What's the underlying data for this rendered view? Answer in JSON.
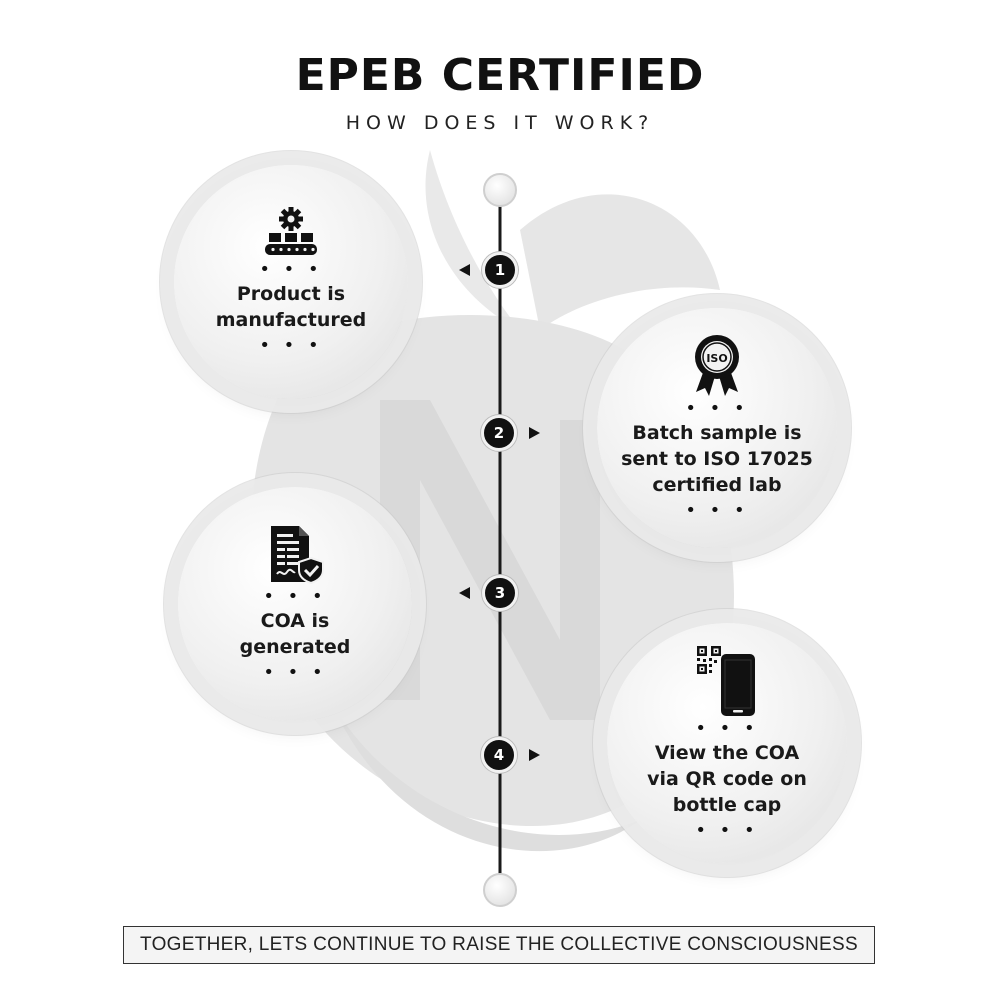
{
  "header": {
    "title": "EPEB CERTIFIED",
    "subtitle": "HOW DOES IT WORK?"
  },
  "steps": [
    {
      "number": "1",
      "icon": "conveyor-gear-icon",
      "label": "Product is\nmanufactured"
    },
    {
      "number": "2",
      "icon": "iso-badge-icon",
      "label": "Batch sample is\nsent to ISO 17025\ncertified lab"
    },
    {
      "number": "3",
      "icon": "certified-document-icon",
      "label": "COA is\ngenerated"
    },
    {
      "number": "4",
      "icon": "qr-phone-icon",
      "label": "View the COA\nvia QR code on\nbottle cap"
    }
  ],
  "decor": {
    "dots": "• • •"
  },
  "footer": {
    "text": "TOGETHER, LETS CONTINUE TO RAISE THE COLLECTIVE CONSCIOUSNESS"
  },
  "colors": {
    "accent": "#111111",
    "watermark": "#e3e3e3"
  }
}
